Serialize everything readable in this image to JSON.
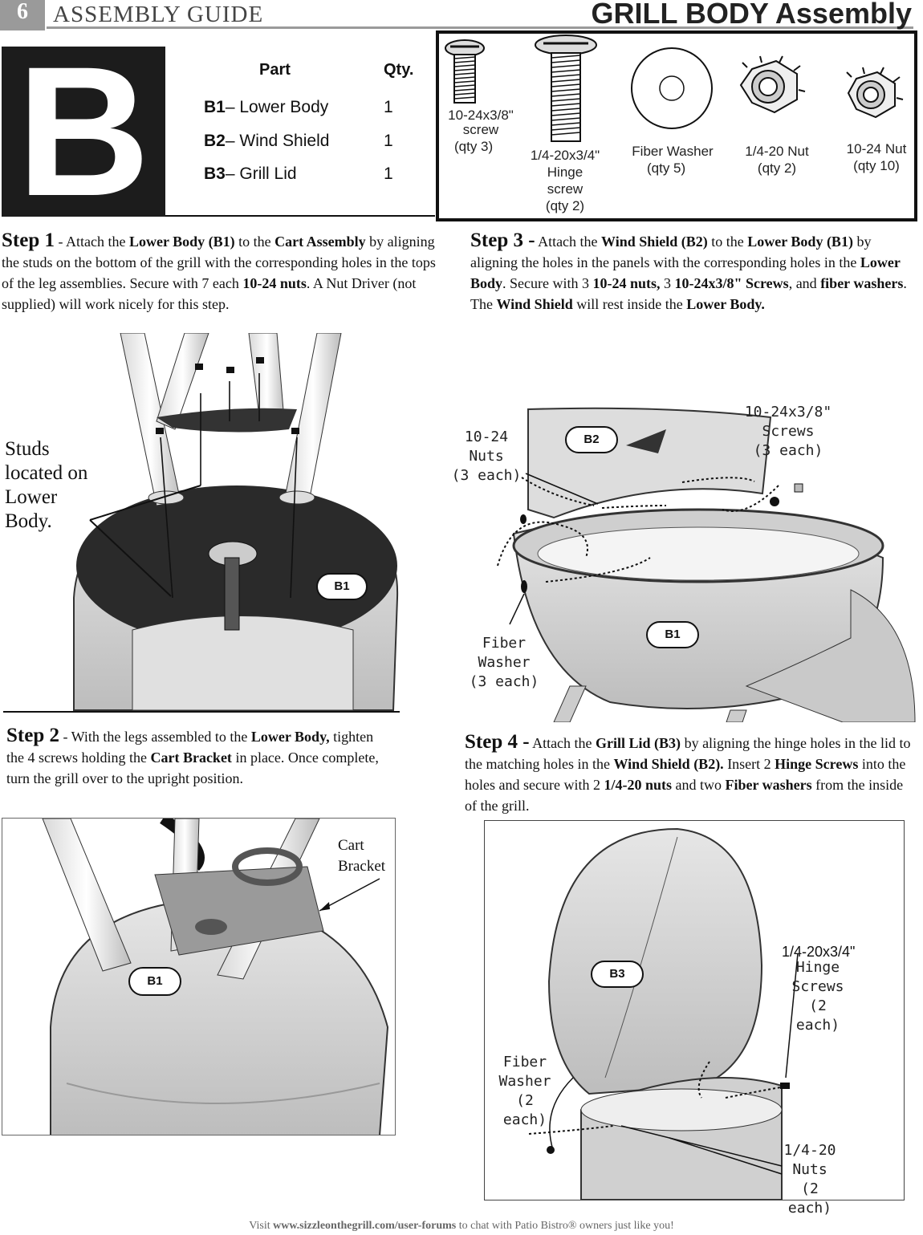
{
  "header": {
    "page_number": "6",
    "section": "ASSEMBLY GUIDE",
    "title": "GRILL BODY Assembly"
  },
  "part_block": {
    "letter": "B"
  },
  "parts_table": {
    "col_part": "Part",
    "col_qty": "Qty.",
    "rows": [
      {
        "code": "B1",
        "name": "– Lower Body",
        "qty": "1"
      },
      {
        "code": "B2",
        "name": "– Wind Shield",
        "qty": "1"
      },
      {
        "code": "B3",
        "name": "– Grill Lid",
        "qty": "1"
      }
    ]
  },
  "hardware": {
    "screw_small": {
      "l1": "10-24x3/8\"",
      "l2": "screw",
      "l3": "(qty 3)"
    },
    "hinge_screw": {
      "l1": "1/4-20x3/4\"",
      "l2": "Hinge",
      "l3": "screw",
      "l4": "(qty 2)"
    },
    "fiber_washer": {
      "l1": "Fiber Washer",
      "l2": "(qty 5)"
    },
    "nut_quarter": {
      "l1": "1/4-20  Nut",
      "l2": "(qty 2)"
    },
    "nut_1024": {
      "l1": "10-24  Nut",
      "l2": "(qty 10)"
    }
  },
  "step1": {
    "head": "Step 1",
    "t1": " - Attach the ",
    "b1": "Lower Body (B1)",
    "t2": " to the ",
    "b2": "Cart Assembly",
    "t3": " by aligning the studs on the bottom of the grill with the corresponding holes in the tops of the leg assemblies. Secure with 7 each ",
    "b3": "10-24  nuts",
    "t4": ". A  Nut Driver (not supplied) will work nicely for this step.",
    "callout": [
      "Studs",
      "located on",
      "Lower",
      "Body."
    ],
    "badge": "B1"
  },
  "step2": {
    "head": "Step 2",
    "t1": " - With the legs assembled to the ",
    "b1": "Lower Body,",
    "t2": "  tighten the 4 screws holding the ",
    "b2": "Cart Bracket",
    "t3": " in place. Once complete, turn the grill over to the upright position.",
    "callout": [
      "Cart",
      "Bracket"
    ],
    "badge": "B1"
  },
  "step3": {
    "head": "Step 3 -",
    "t1": " Attach the ",
    "b1": "Wind Shield (B2)",
    "t2": " to the ",
    "b2": "Lower Body (B1)",
    "t3": " by aligning the holes in the panels with the corresponding holes in the ",
    "b3": "Lower Body",
    "t4": ". Secure with 3 ",
    "b4": "10-24  nuts,",
    "t5": " 3 ",
    "b5": "10-24x3/8\" Screws",
    "t6": ", and ",
    "b6": "fiber washers",
    "t7": ". The ",
    "b7": "Wind Shield",
    "t8": " will rest inside the ",
    "b8": "Lower Body.",
    "labels": {
      "nuts": [
        "10-24",
        "Nuts",
        "(3 each)"
      ],
      "screws": [
        "10-24x3/8\"",
        "Screws",
        "(3 each)"
      ],
      "washer": [
        "Fiber",
        "Washer",
        "(3 each)"
      ]
    },
    "badge_b2": "B2",
    "badge_b1": "B1"
  },
  "step4": {
    "head": "Step 4 -",
    "t1": "  Attach the ",
    "b1": "Grill Lid (B3)",
    "t2": " by aligning the hinge holes in the lid to the matching holes in the ",
    "b2": "Wind Shield (B2).",
    "t3": " Insert 2 ",
    "b3": "Hinge Screws",
    "t4": " into the holes and secure with 2 ",
    "b4": "1/4-20  nuts",
    "t5": " and two ",
    "b5": "Fiber washers",
    "t6": " from the inside of the grill.",
    "labels": {
      "screws_size": "1/4-20x3/4\"",
      "screws": [
        "Hinge",
        "Screws",
        "(2 each)"
      ],
      "washer": [
        "Fiber",
        "Washer",
        "(2 each)"
      ],
      "nuts": [
        "1/4-20",
        "Nuts",
        "(2 each)"
      ]
    },
    "badge": "B3"
  },
  "footer": {
    "t1": "Visit ",
    "url": "www.sizzleonthegrill.com/user-forums",
    "t2": " to chat with Patio Bistro® owners just like you!"
  }
}
